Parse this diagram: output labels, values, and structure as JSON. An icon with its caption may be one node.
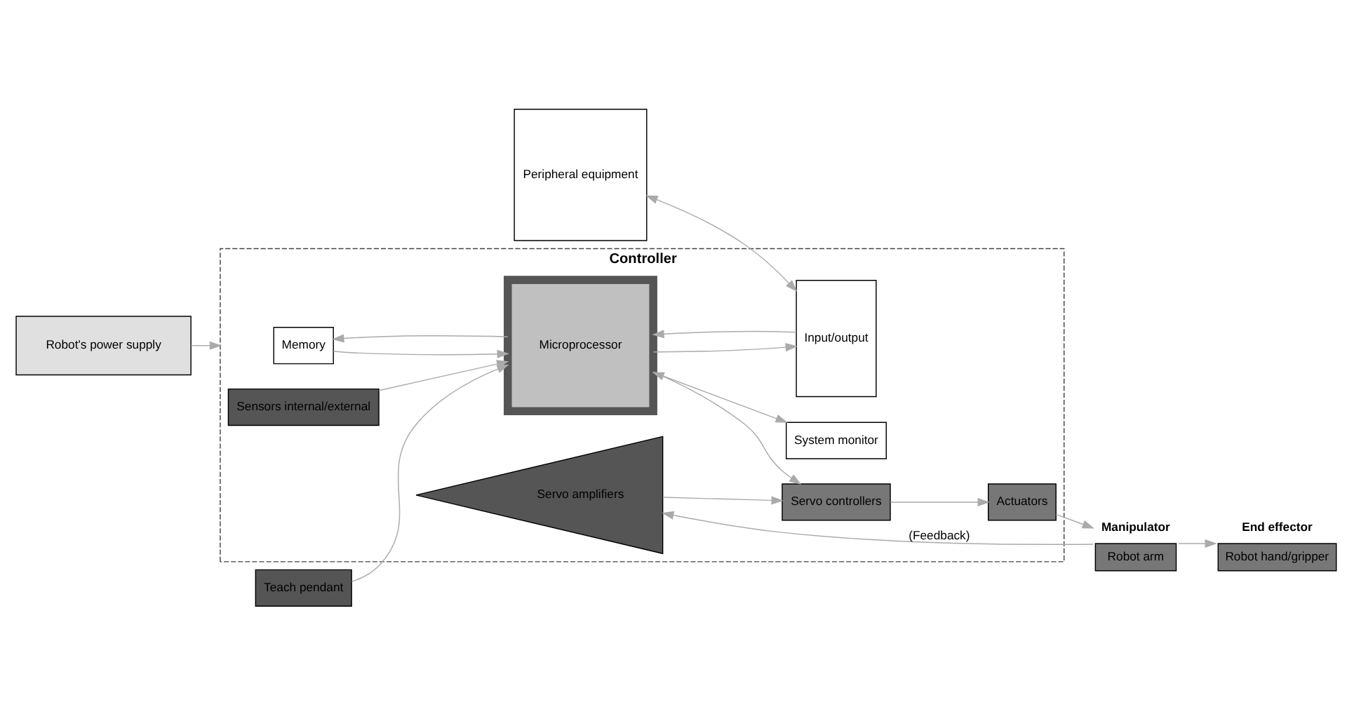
{
  "diagram": {
    "nodes": [
      {
        "text": [
          "Controller"
        ]
      },
      {
        "text": [
          "Memory"
        ],
        "in": 0
      },
      {
        "text": [
          "Input/output"
        ],
        "in": 0
      },
      {
        "text": [
          "Microprocessor"
        ],
        "in": 0
      },
      {
        "text": [
          "System monitor"
        ],
        "in": 0
      },
      {
        "text": [
          "Servo controllers"
        ],
        "in": 0
      },
      {
        "text": [
          "Actuators"
        ],
        "in": 0
      },
      {
        "text": [
          "Servo amplifiers"
        ],
        "in": 0
      },
      {
        "text": [
          "Sensors internal/external"
        ],
        "in": 0
      },
      {
        "text": [
          "Peripheral equipment"
        ]
      },
      {
        "text": [
          "Manipulator",
          "Robot arm"
        ]
      },
      {
        "text": [
          "End effector",
          "Robot hand/gripper"
        ]
      },
      {
        "text": [
          "Teach pendant"
        ]
      },
      {
        "text": [
          "Robot's power supply"
        ]
      }
    ],
    "edges": [
      {
        "from": 9,
        "to": 2,
        "arrow": "both"
      },
      {
        "from": 3,
        "to": 1,
        "arrow": "to"
      },
      {
        "from": 1,
        "to": 3,
        "arrow": "to"
      },
      {
        "from": 3,
        "to": 2,
        "arrow": "to"
      },
      {
        "from": 2,
        "to": 3,
        "arrow": "to"
      },
      {
        "from": 3,
        "to": 4,
        "arrow": "both"
      },
      {
        "from": 8,
        "to": 3,
        "arrow": "to"
      },
      {
        "from": 3,
        "to": 5,
        "arrow": "to"
      },
      {
        "from": 5,
        "to": 6,
        "arrow": "to"
      },
      {
        "from": 6,
        "to": 10,
        "arrow": "to"
      },
      {
        "from": 10,
        "to": 11,
        "arrow": "to"
      },
      {
        "from": 10,
        "to": 7,
        "label": "(Feedback)",
        "arrow": "to"
      },
      {
        "from": 7,
        "to": 5,
        "arrow": "to"
      },
      {
        "from": 12,
        "to": 3,
        "arrow": "to"
      },
      {
        "from": 13,
        "to": 0,
        "arrow": "to"
      }
    ]
  }
}
